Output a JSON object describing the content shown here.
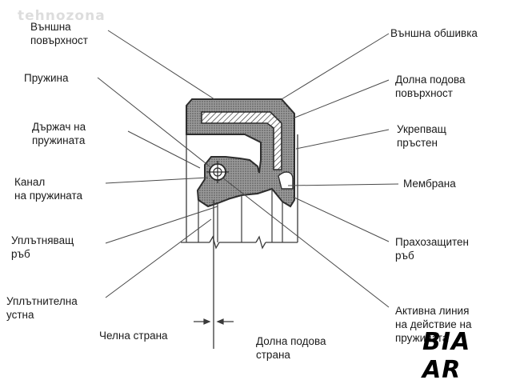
{
  "labels": {
    "outer_surface": [
      "Външна",
      "повърхност"
    ],
    "spring": [
      "Пружина"
    ],
    "spring_holder": [
      "Държач на",
      "пружината"
    ],
    "spring_channel": [
      "Канал",
      "на пружината"
    ],
    "sealing_edge": [
      "Уплътняващ",
      "ръб"
    ],
    "sealing_lip": [
      "Уплътнителна",
      "устна"
    ],
    "front_side": [
      "Челна страна"
    ],
    "bottom_side": [
      "Долна подова",
      "страна"
    ],
    "outer_casing": [
      "Външна обшивка"
    ],
    "bottom_floor_surface": [
      "Долна подова",
      "повърхност"
    ],
    "reinforcing_ring": [
      "Укрепващ",
      "пръстен"
    ],
    "membrane": [
      "Мембрана"
    ],
    "dust_edge": [
      "Прахозащитен",
      "ръб"
    ],
    "active_line": [
      "Активна линия",
      "на действие на",
      "пружината"
    ]
  },
  "watermarks": {
    "top_left": "tehnozona",
    "bottom_right": "BIA AR"
  },
  "colors": {
    "line": "#3a3a3a",
    "seal_fill": "#8c8c8c",
    "ring_fill": "#ffffff"
  }
}
